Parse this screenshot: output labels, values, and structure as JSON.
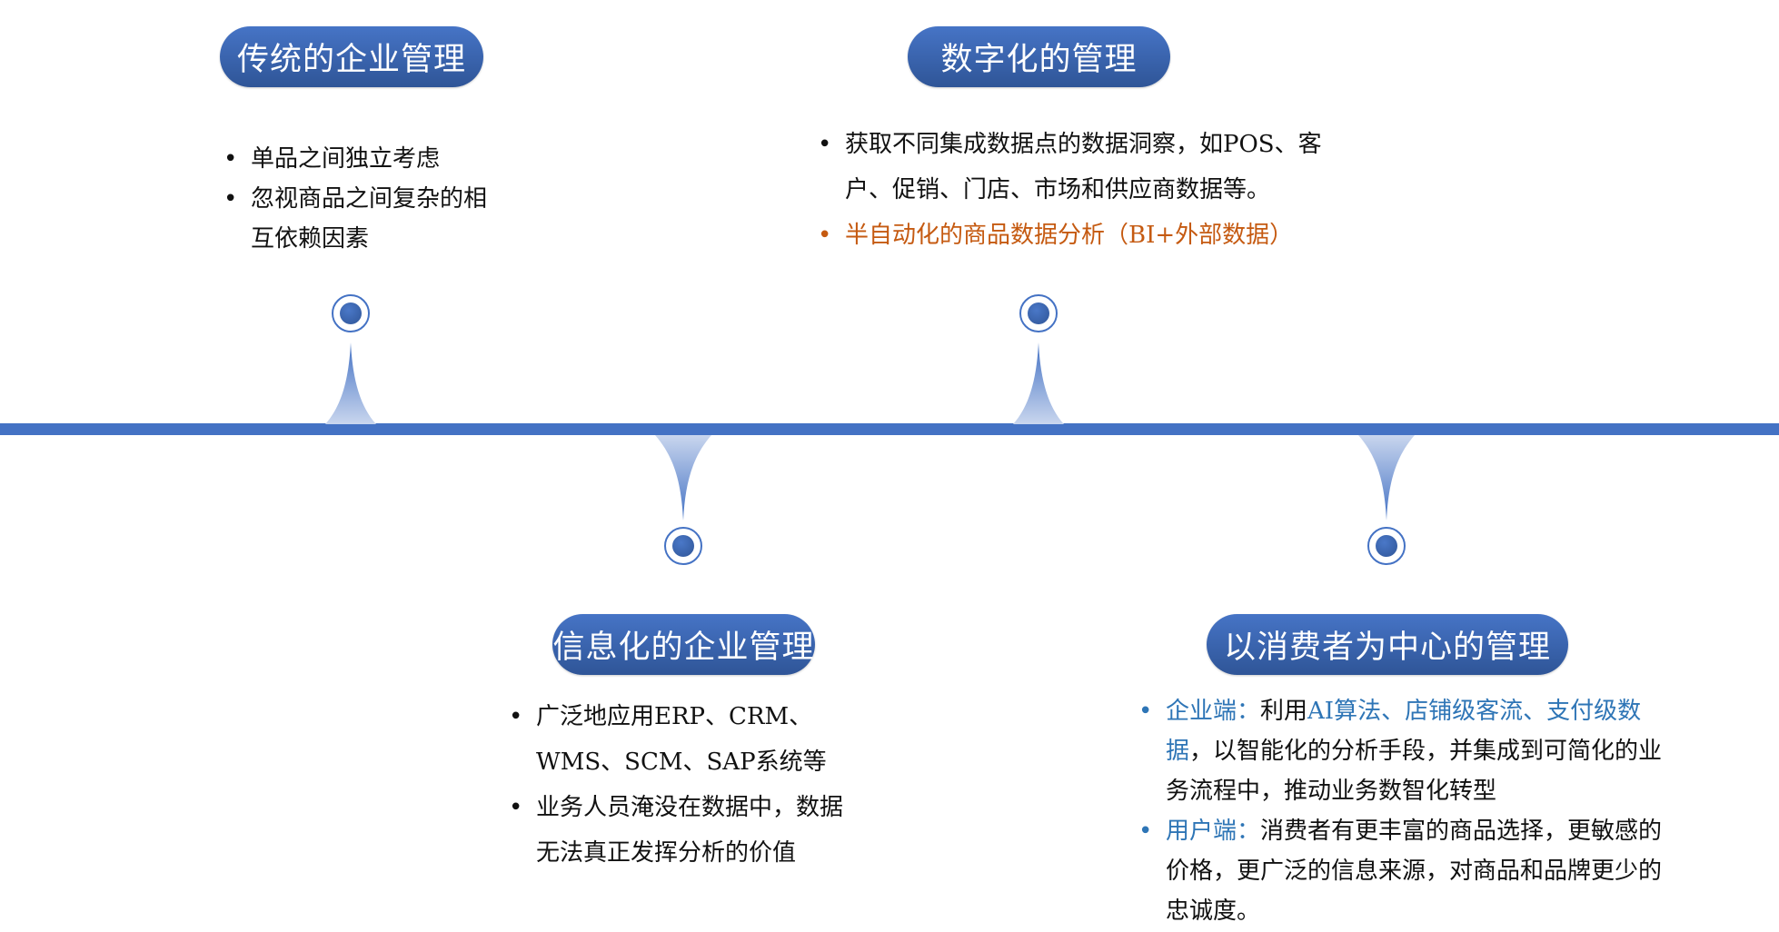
{
  "stages": [
    {
      "title": "传统的企业管理",
      "bullets": [
        "单品之间独立考虑",
        "忽视商品之间复杂的相互依赖因素"
      ]
    },
    {
      "title": "数字化的管理",
      "bullets": [
        "获取不同集成数据点的数据洞察，如POS、客户、促销、门店、市场和供应商数据等。",
        "半自动化的商品数据分析（BI+外部数据）"
      ]
    },
    {
      "title": "信息化的企业管理",
      "bullets": [
        "广泛地应用ERP、CRM、WMS、SCM、SAP系统等",
        "业务人员淹没在数据中，数据无法真正发挥分析的价值"
      ]
    },
    {
      "title": "以消费者为中心的管理",
      "bullets": [
        {
          "label": "企业端：",
          "pre": "利用",
          "highlight": "AI算法、店铺级客流、支付级数据",
          "rest": "，以智能化的分析手段，并集成到可简化的业务流程中，推动业务数智化转型"
        },
        {
          "label": "用户端：",
          "rest": "消费者有更丰富的商品选择，更敏感的价格，更广泛的信息来源，对商品和品牌更少的忠诚度。"
        }
      ]
    }
  ],
  "colors": {
    "accent": "#4472c4",
    "highlight_orange": "#c55a11",
    "highlight_blue": "#2e75b6"
  }
}
